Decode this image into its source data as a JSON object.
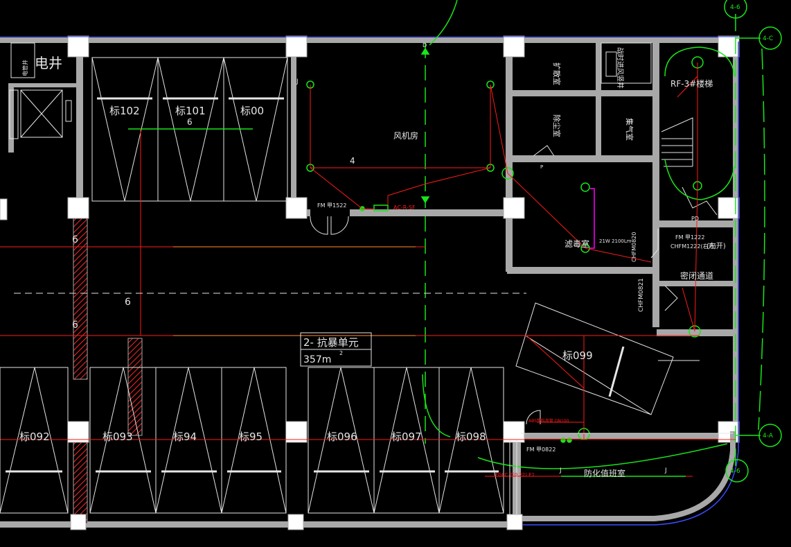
{
  "colors": {
    "background": "#000000",
    "wall": "#a8a8a8",
    "line_white": "#ffffff",
    "line_red": "#ff1a1a",
    "line_green": "#19e619",
    "axis_green": "#19e619",
    "magenta": "#ff00ff",
    "blue_edge": "#3b4bff"
  },
  "labels": {
    "elec_well": "电井",
    "elec_well_small": "电管井",
    "fan_room": "风机房",
    "stair": "RF-3#楼梯",
    "filter_room": "滤毒室",
    "airtight_passage": "密闭通道",
    "chem_room": "防化值班室",
    "room_a": "扩散室",
    "room_b": "除尘室",
    "room_c": "集气室",
    "room_shaft": "战时进风竖井",
    "unit_name": "2-  抗暴单元",
    "unit_area": "357m",
    "unit_area_sup": "2",
    "door_fm1522": "FM 甲1522",
    "door_fm0822": "FM 甲0822",
    "door_fm1222": "FM 甲1222",
    "door_chfm1": "CHFM1222(右开)",
    "door_chfm2": "CHFM0821",
    "door_chfm3": "CHFM0820",
    "door_right": "(左开)",
    "ac_label": "AC-R-SF",
    "pipe_label": "ABS塑料风管 DN100",
    "fire_label": "FGLC 2(0.22) E1",
    "fan_label": "21W 2100Lm",
    "dim_4": "4",
    "dim_6a": "6",
    "dim_6b": "6",
    "dim_6c": "6",
    "dim_6d": "6",
    "mark_p": "P",
    "mark_j1": "J",
    "mark_j2": "J",
    "mark_j3": "J",
    "mark_d": "D",
    "mark_pd": "PD"
  },
  "axes": [
    "4-6",
    "4-C",
    "4-A",
    "4-6"
  ],
  "parking": {
    "top": [
      "标102",
      "标101",
      "标00"
    ],
    "bottom": [
      "标092",
      "标093",
      "标94",
      "标95",
      "标096",
      "标097",
      "标098"
    ],
    "tilted": "标099"
  }
}
